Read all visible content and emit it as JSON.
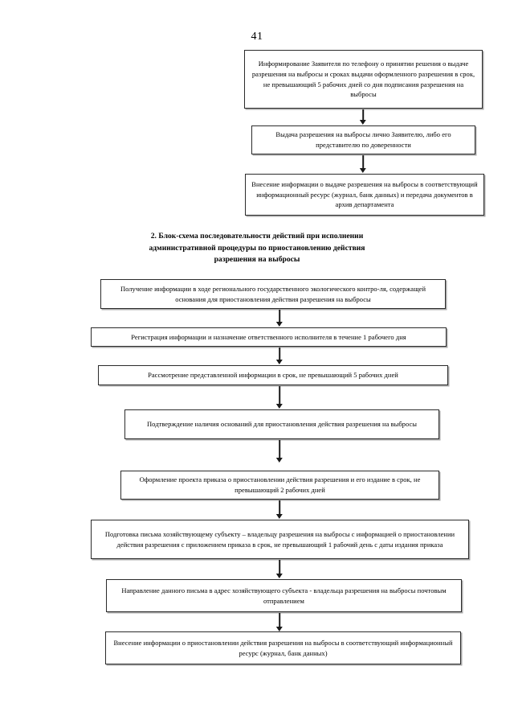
{
  "document": {
    "page_number": "41",
    "language": "ru"
  },
  "section_heading": {
    "lines": [
      "2. Блок-схема последовательности действий при исполнении",
      "административной процедуры по приостановлению действия",
      "разрешения на выбросы"
    ]
  },
  "flowchart_top": {
    "name": "issuance-procedure-flowchart-continued",
    "boxes": [
      {
        "id": "inform-applicant-by-phone",
        "text": "Информирование Заявителя по телефону о принятии решения о выдаче разрешения на выбросы и сроках выдачи оформленного разрешения в срок, не превышающий 5 рабочих дней со дня подписания разрешения на выбросы"
      },
      {
        "id": "issue-permit-to-applicant",
        "text": "Выдача разрешения на выбросы лично Заявителю, либо его представителю по доверенности"
      },
      {
        "id": "record-issuance-information",
        "text": "Внесение информации о выдаче разрешения на выбросы в соответствующий информационный ресурс (журнал, банк данных) и передача документов в архив департамента"
      }
    ]
  },
  "flowchart_bottom": {
    "name": "suspension-procedure-flowchart",
    "boxes": [
      {
        "id": "receive-control-information",
        "text": "Получение информации в ходе регионального государственного экологического контро-ля, содержащей основания для приостановления действия разрешения на выбросы"
      },
      {
        "id": "register-information-assign-executor",
        "text": "Регистрация информации и назначение ответственного исполнителя в течение 1 рабочего дня"
      },
      {
        "id": "review-submitted-information",
        "text": "Рассмотрение представленной информации в срок, не превышающий 5 рабочих дней"
      },
      {
        "id": "confirm-grounds-for-suspension",
        "text": "Подтверждение наличия оснований для приостановления действия разрешения на выбросы"
      },
      {
        "id": "draft-and-issue-order",
        "text": "Оформление проекта приказа о приостановлении действия разрешения и его издание в срок, не превышающий 2 рабочих дней"
      },
      {
        "id": "prepare-letter-to-business-entity",
        "text": "Подготовка письма хозяйствующему субъекту – владельцу разрешения на выбросы с информацией о приостановлении действия разрешения с приложением приказа в срок, не превышающий 1 рабочий день с даты издания приказа"
      },
      {
        "id": "send-letter-by-mail",
        "text": "Направление данного письма  в адрес хозяйствующего субъекта - владельца разрешения на выбросы почтовым отправлением"
      },
      {
        "id": "record-suspension-information",
        "text": "Внесение информации о приостановлении действия разрешения на выбросы в соответствующий информационный ресурс (журнал, банк данных)"
      }
    ]
  },
  "colors": {
    "border": "#2b2b2b",
    "shadow": "#a9a9a9",
    "arrow": "#1a1a1a",
    "text": "#000000",
    "page_background": "#ffffff"
  }
}
